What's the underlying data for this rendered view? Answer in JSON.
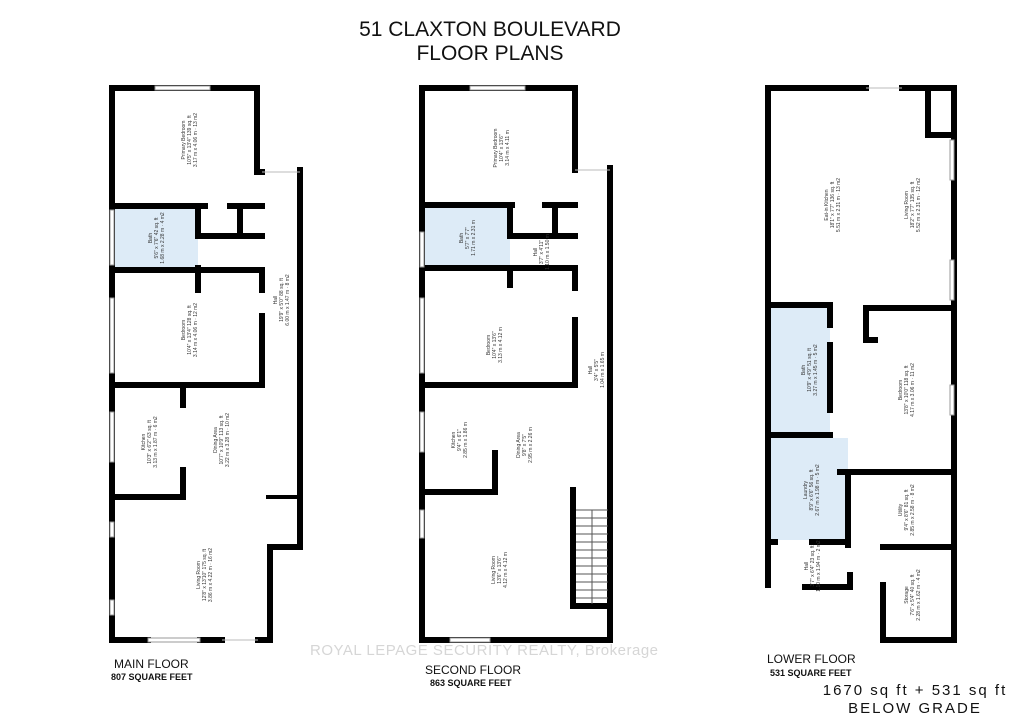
{
  "header": {
    "line1": "51 CLAXTON BOULEVARD",
    "line2": "FLOOR PLANS"
  },
  "watermark": "ROYAL LEPAGE SECURITY REALTY, Brokerage",
  "colors": {
    "wet_area_fill": "#ddebf7",
    "wall": "#000000"
  },
  "floors": [
    {
      "name": "MAIN FLOOR",
      "area": "807 SQUARE FEET",
      "rooms": [
        {
          "name": "Primary Bedroom",
          "dims": "10'5\" x 13'4\" 139 sq. ft",
          "metric": "3.17 m x 4.06 m · 13 m2"
        },
        {
          "name": "Bath",
          "dims": "5'6\" x 7'6\" 42 sq. ft",
          "metric": "1.68 m x 2.28 m · 4 m2"
        },
        {
          "name": "Hall",
          "dims": "19'9\" x 5'0\" 88 sq. ft",
          "metric": "6.00 m x 1.47 m · 8 m2"
        },
        {
          "name": "Bedroom",
          "dims": "10'4\" x 13'4\" 128 sq. ft",
          "metric": "3.14 m x 4.06 m · 12 m2"
        },
        {
          "name": "Kitchen",
          "dims": "10'3\" x 6'2\" 63 sq. ft",
          "metric": "3.13 m x 1.87 m · 6 m2"
        },
        {
          "name": "Dining Area",
          "dims": "10'7\" x 10'9\" 113 sq. ft",
          "metric": "3.22 m x 3.28 m · 10 m2"
        },
        {
          "name": "Living Room",
          "dims": "12'8\" x 13'10\" 175 sq. ft",
          "metric": "3.86 m x 4.22 m · 16 m2"
        }
      ]
    },
    {
      "name": "SECOND FLOOR",
      "area": "863 SQUARE FEET",
      "rooms": [
        {
          "name": "Primary Bedroom",
          "dims": "10'4\" x 13'6\"",
          "metric": "3.14 m x 4.11 m"
        },
        {
          "name": "Bath",
          "dims": "5'7\" x 7'7\"",
          "metric": "1.71 m x 2.31 m"
        },
        {
          "name": "Hall",
          "dims": "3'7\" x 4'11\"",
          "metric": "1.10 m x 1.50 m"
        },
        {
          "name": "Bedroom",
          "dims": "10'4\" x 13'6\"",
          "metric": "3.13 m x 4.12 m"
        },
        {
          "name": "Hall",
          "dims": "3'4\" x 5'5\"",
          "metric": "1.04 m x 1.65 m"
        },
        {
          "name": "Kitchen",
          "dims": "9'4\" x 6'1\"",
          "metric": "2.85 m x 1.86 m"
        },
        {
          "name": "Dining Area",
          "dims": "9'8\" x 7'5\"",
          "metric": "2.95 m x 2.26 m"
        },
        {
          "name": "Living Room",
          "dims": "13'6\" x 13'6\"",
          "metric": "4.12 m x 4.12 m"
        }
      ]
    },
    {
      "name": "LOWER FLOOR",
      "area": "531 SQUARE FEET",
      "rooms": [
        {
          "name": "Eat-in Kitchen",
          "dims": "18'1\" x 7'7\" 136 sq. ft",
          "metric": "5.51 m x 2.31 m · 13 m2"
        },
        {
          "name": "Living Room",
          "dims": "18'2\" x 7'7\" 135 sq. ft",
          "metric": "5.52 m x 2.31 m · 12 m2"
        },
        {
          "name": "Bath",
          "dims": "10'9\" x 4'9\" 51 sq. ft",
          "metric": "3.27 m x 1.45 m · 5 m2"
        },
        {
          "name": "Bedroom",
          "dims": "13'8\" x 10'0\" 118 sq. ft",
          "metric": "4.17 m x 3.06 m · 11 m2"
        },
        {
          "name": "Laundry",
          "dims": "8'9\" x 6'6\" 56 sq. ft",
          "metric": "2.67 m x 1.98 m · 5 m2"
        },
        {
          "name": "Utility",
          "dims": "9'4\" x 8'6\" 81 sq. ft",
          "metric": "2.85 m x 2.58 m · 8 m2"
        },
        {
          "name": "Hall",
          "dims": "3'7\" x 6'4\" 23 sq. ft",
          "metric": "1.10 m x 1.94 m · 2 m2"
        },
        {
          "name": "Storage",
          "dims": "7'6\" x 5'4\" 40 sq. ft",
          "metric": "2.28 m x 1.62 m · 4 m2"
        }
      ]
    }
  ],
  "total": {
    "line1": "1670 sq ft + 531 sq ft",
    "line2": "BELOW GRADE"
  }
}
